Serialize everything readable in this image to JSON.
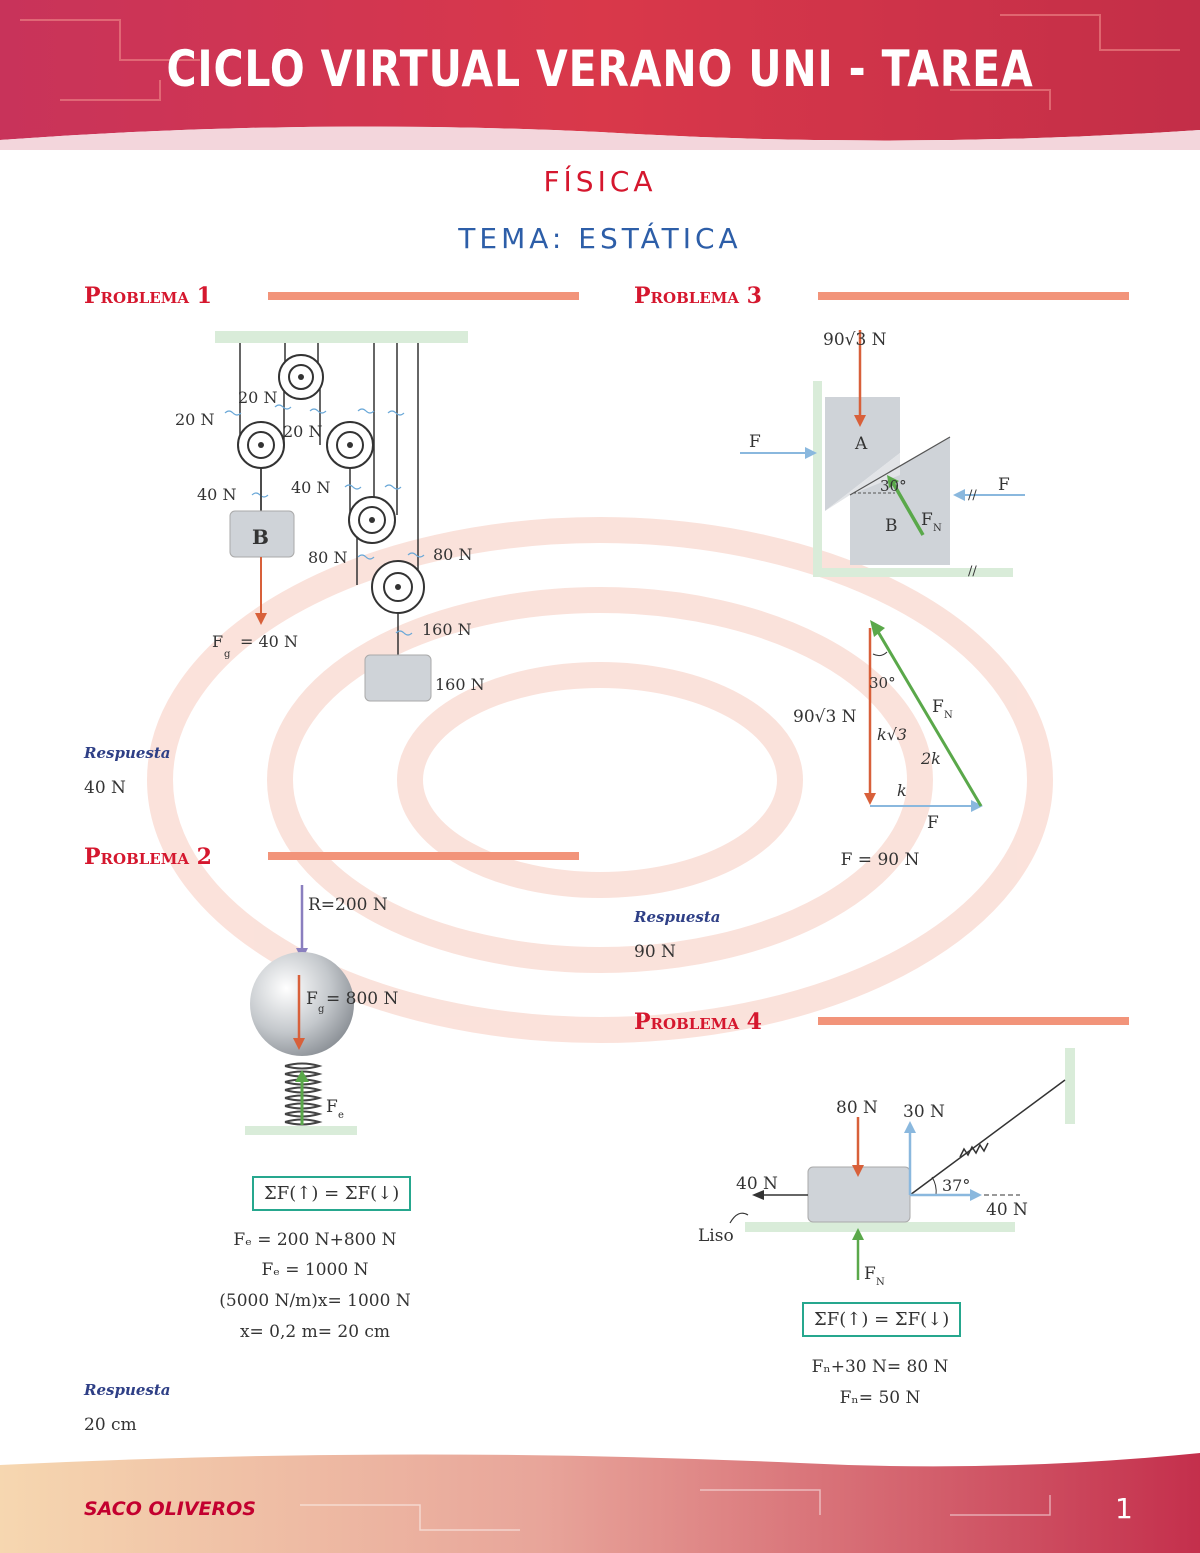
{
  "header": {
    "title": "CICLO VIRTUAL VERANO UNI - TAREA"
  },
  "subject": "FÍSICA",
  "topic": "TEMA: ESTÁTICA",
  "colors": {
    "primary_red": "#d5172e",
    "topic_blue": "#2d5ea8",
    "accent_line": "#f2947a",
    "box_green": "#26a78e",
    "arrow_orange": "#d8603a",
    "arrow_green": "#5aa84a",
    "arrow_blue": "#8ab8de",
    "arrow_purple": "#8a7fbf"
  },
  "problem1": {
    "title": "Problema 1",
    "labels": {
      "t1": "20 N",
      "t2": "20 N",
      "t3": "20 N",
      "t4": "40 N",
      "t5": "40 N",
      "block_b": "B",
      "t6": "80 N",
      "t7": "80 N",
      "t8": "160 N",
      "t9": "160 N",
      "fg": "F",
      "fg_sub": "g",
      "fg_rest": "= 40 N"
    },
    "answer_label": "Respuesta",
    "answer": "40 N"
  },
  "problem2": {
    "title": "Problema 2",
    "labels": {
      "r": "R=200 N",
      "fg": "F",
      "fg_sub": "g",
      "fg_rest": "= 800 N",
      "fe": "F",
      "fe_sub": "e"
    },
    "equation_box": "ΣF(↑) = ΣF(↓)",
    "steps": [
      "Fₑ = 200 N+800 N",
      "Fₑ = 1000 N",
      "(5000 N/m)x= 1000 N",
      "x= 0,2 m= 20 cm"
    ],
    "answer_label": "Respuesta",
    "answer": "20 cm"
  },
  "problem3": {
    "title": "Problema 3",
    "labels": {
      "top_force": "90√3 N",
      "f_left": "F",
      "f_right": "F",
      "block_a": "A",
      "block_b": "B",
      "angle": "30°",
      "fn": "F",
      "fn_sub": "N",
      "smooth1": "//",
      "smooth2": "//"
    },
    "triangle": {
      "vertical": "90√3 N",
      "angle": "30°",
      "hyp": "F",
      "hyp_sub": "N",
      "side_k3": "k√3",
      "side_2k": "2k",
      "side_k": "k",
      "bottom": "F"
    },
    "result": "F = 90 N",
    "answer_label": "Respuesta",
    "answer": "90 N"
  },
  "problem4": {
    "title": "Problema 4",
    "labels": {
      "down": "80 N",
      "up": "30 N",
      "left": "40 N",
      "right": "40 N",
      "angle": "37°",
      "liso": "Liso",
      "fn": "F",
      "fn_sub": "N"
    },
    "equation_box": "ΣF(↑) = ΣF(↓)",
    "steps": [
      "Fₙ+30 N= 80 N",
      "Fₙ= 50 N"
    ]
  },
  "footer": {
    "brand": "SACO OLIVEROS",
    "page": "1"
  }
}
